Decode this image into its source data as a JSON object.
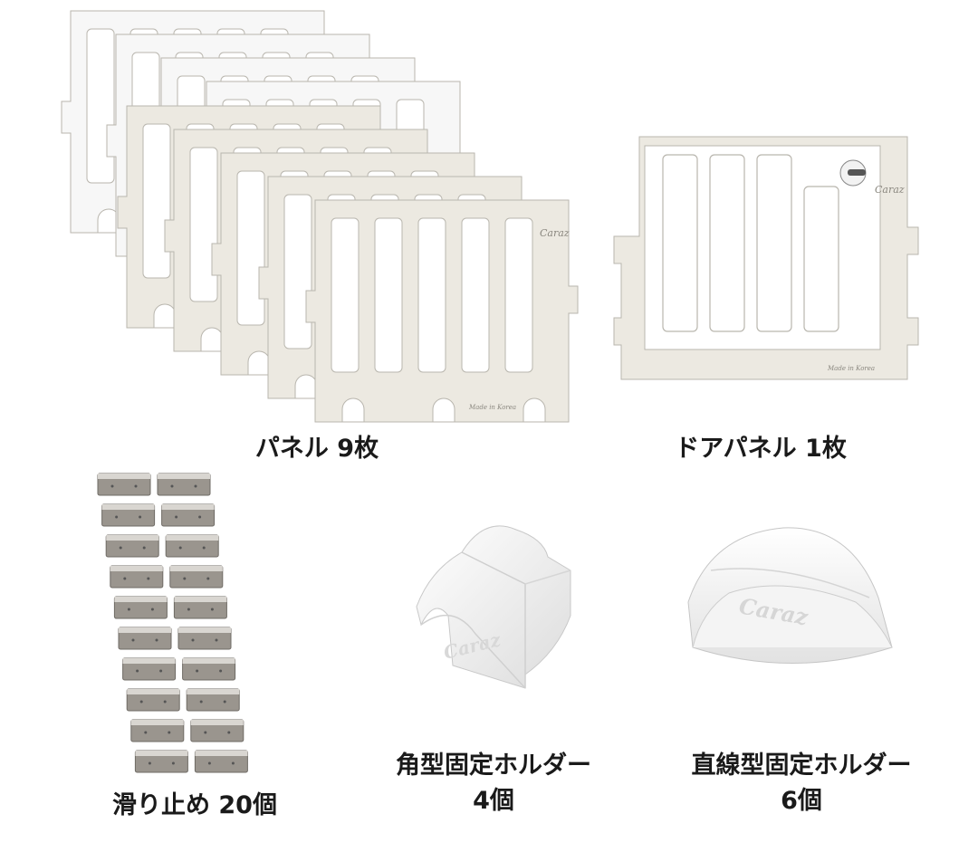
{
  "items": {
    "panel": {
      "label": "パネル 9枚",
      "brand": "Caraz",
      "made_in": "Made in Korea",
      "white_count": 4,
      "beige_count": 5
    },
    "door_panel": {
      "label": "ドアパネル 1枚",
      "brand": "Caraz",
      "made_in": "Made in Korea"
    },
    "stoppers": {
      "label": "滑り止め 20個",
      "count": 20
    },
    "corner_holder": {
      "label_line1": "角型固定ホルダー",
      "label_line2": "4個",
      "brand": "Caraz"
    },
    "straight_holder": {
      "label_line1": "直線型固定ホルダー",
      "label_line2": "6個",
      "brand": "Caraz"
    }
  },
  "colors": {
    "white_panel": "#f7f7f7",
    "beige_panel": "#ece9e1",
    "outline": "#b9b6ae",
    "stopper": "#9a958e",
    "holder": "#f3f3f3"
  }
}
